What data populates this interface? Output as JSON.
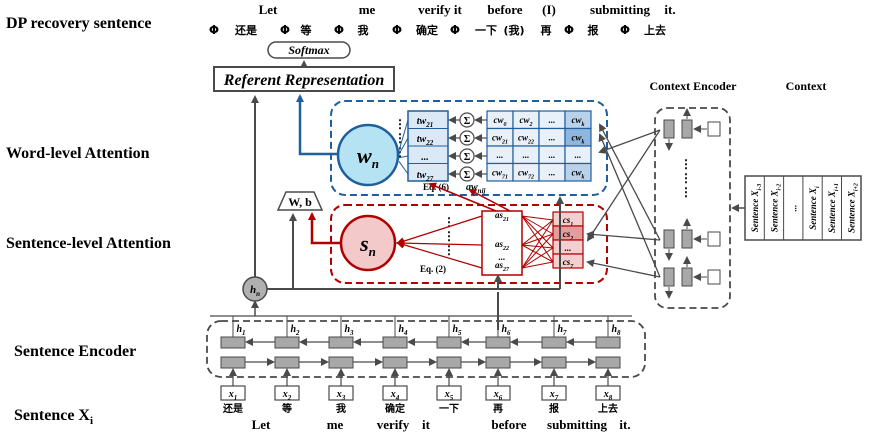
{
  "labels": {
    "dp_recovery": "DP recovery sentence",
    "word_attention": "Word-level Attention",
    "sentence_attention": "Sentence-level Attention",
    "sentence_encoder": "Sentence Encoder",
    "sentence_xi": "Sentence  X",
    "sentence_xi_sub": "i"
  },
  "top_english": [
    "Let",
    "me",
    "verify it",
    "before",
    "(I)",
    "submitting",
    "it."
  ],
  "top_chinese": [
    {
      "t": "Φ",
      "red": true
    },
    {
      "t": "还是",
      "red": false
    },
    {
      "t": "Φ",
      "red": true
    },
    {
      "t": "等",
      "red": false
    },
    {
      "t": "Φ",
      "red": true
    },
    {
      "t": "我",
      "red": false
    },
    {
      "t": "Φ",
      "red": true
    },
    {
      "t": "确定",
      "red": false
    },
    {
      "t": "Φ",
      "red": true
    },
    {
      "t": "一下",
      "red": false
    },
    {
      "t": "(我)",
      "red": true
    },
    {
      "t": "再",
      "red": false
    },
    {
      "t": "Φ",
      "red": true
    },
    {
      "t": "报",
      "red": false
    },
    {
      "t": "Φ",
      "red": true
    },
    {
      "t": "上去",
      "red": false
    }
  ],
  "softmax": "Softmax",
  "referent": "Referent Representation",
  "wn": "w",
  "sn": "s",
  "n_sub": "n",
  "hn": "h",
  "wb": "W, b",
  "eq6": "Eq. (6)",
  "eq2": "Eq. (2)",
  "aw_nij": "aw",
  "aw_sub": "nij",
  "tw_items": [
    "tw",
    "tw",
    "...",
    "tw"
  ],
  "tw_subs": [
    "21",
    "22",
    "",
    "27"
  ],
  "cw_rows": [
    [
      [
        "cw",
        "0"
      ],
      [
        "cw",
        "2"
      ],
      [
        "...",
        ""
      ],
      [
        "cw",
        "k"
      ]
    ],
    [
      [
        "cw",
        "21"
      ],
      [
        "cw",
        "22"
      ],
      [
        "...",
        ""
      ],
      [
        "cw",
        "k"
      ]
    ],
    [
      [
        "...",
        ""
      ],
      [
        "...",
        ""
      ],
      [
        "...",
        ""
      ],
      [
        "...",
        ""
      ]
    ],
    [
      [
        "cw",
        "71"
      ],
      [
        "cw",
        "72"
      ],
      [
        "...",
        ""
      ],
      [
        "cw",
        "k"
      ]
    ]
  ],
  "as_items": [
    "as",
    "as",
    "...",
    "as"
  ],
  "as_subs": [
    "21",
    "22",
    "",
    "27"
  ],
  "cs_items": [
    "cs",
    "cs",
    "...",
    "cs"
  ],
  "cs_subs": [
    "1",
    "2",
    "",
    "7"
  ],
  "sigma": "Σ",
  "dots": "...",
  "vdots": "⋮",
  "context_encoder": "Context Encoder",
  "context": "Context",
  "context_sentences": [
    [
      "Sentence X",
      "i-3"
    ],
    [
      "Sentence X",
      "i-2"
    ],
    [
      "...",
      ""
    ],
    [
      "Sentence X",
      "i"
    ],
    [
      "Sentence X",
      "i+1"
    ],
    [
      "Sentence X",
      "i+2"
    ]
  ],
  "h_labels": [
    "h",
    "h",
    "h",
    "h",
    "h",
    "h",
    "h",
    "h"
  ],
  "h_subs": [
    "1",
    "2",
    "3",
    "4",
    "5",
    "6",
    "7",
    "8"
  ],
  "x_labels": [
    "x",
    "x",
    "x",
    "x",
    "x",
    "x",
    "x",
    "x"
  ],
  "x_subs": [
    "1",
    "2",
    "3",
    "4",
    "5",
    "6",
    "7",
    "8"
  ],
  "bottom_chinese": [
    "还是",
    "等",
    "我",
    "确定",
    "一下",
    "再",
    "报",
    "上去"
  ],
  "bottom_english": [
    "Let",
    "me",
    "verify",
    "it",
    "before",
    "submitting",
    "it."
  ],
  "colors": {
    "blue": "#1f5f9e",
    "red": "#b00000",
    "wn_fill": "#b6e3f4",
    "sn_fill": "#f4c9c9",
    "gray": "#4a4a4a",
    "box_gray": "#a8a8a8"
  }
}
